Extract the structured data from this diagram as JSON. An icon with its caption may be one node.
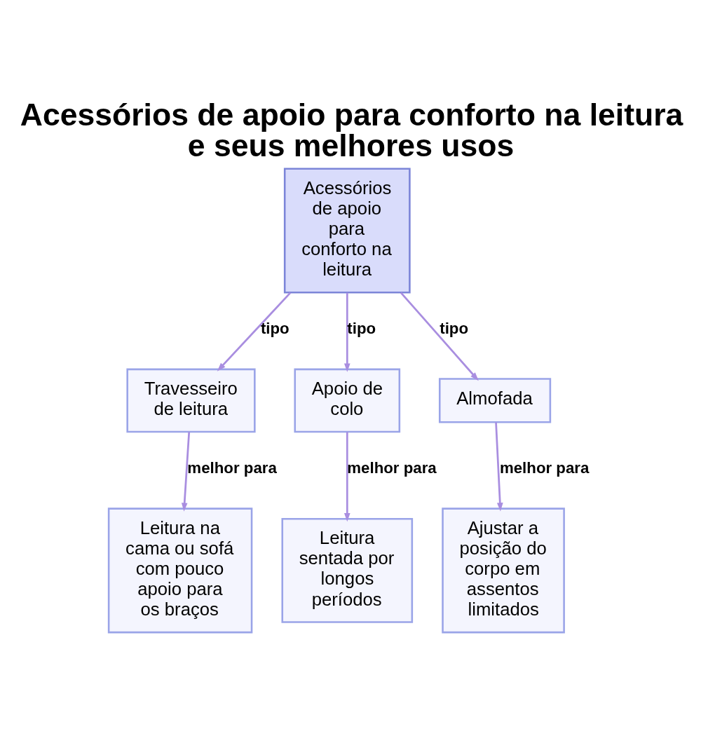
{
  "diagram": {
    "title": "Acessórios de apoio para conforto na leitura e seus melhores usos",
    "nodes": [
      {
        "text": [
          "Acessórios de apoio para conforto na leitura"
        ]
      },
      {
        "text": [
          "Travesseiro de leitura"
        ]
      },
      {
        "text": [
          "Apoio de colo"
        ]
      },
      {
        "text": [
          "Almofada"
        ]
      },
      {
        "text": [
          "Leitura na cama ou sofá com pouco apoio para os braços"
        ]
      },
      {
        "text": [
          "Leitura sentada por longos períodos"
        ]
      },
      {
        "text": [
          "Ajustar a posição do corpo em assentos limitados"
        ]
      }
    ],
    "edges": [
      {
        "from": 0,
        "to": 1,
        "arrow": "to",
        "label": "tipo"
      },
      {
        "from": 0,
        "to": 2,
        "arrow": "to",
        "label": "tipo"
      },
      {
        "from": 0,
        "to": 3,
        "arrow": "to",
        "label": "tipo"
      },
      {
        "from": 1,
        "to": 4,
        "arrow": "to",
        "label": "melhor para"
      },
      {
        "from": 2,
        "to": 5,
        "arrow": "to",
        "label": "melhor para"
      },
      {
        "from": 3,
        "to": 6,
        "arrow": "to",
        "label": "melhor para"
      }
    ]
  }
}
